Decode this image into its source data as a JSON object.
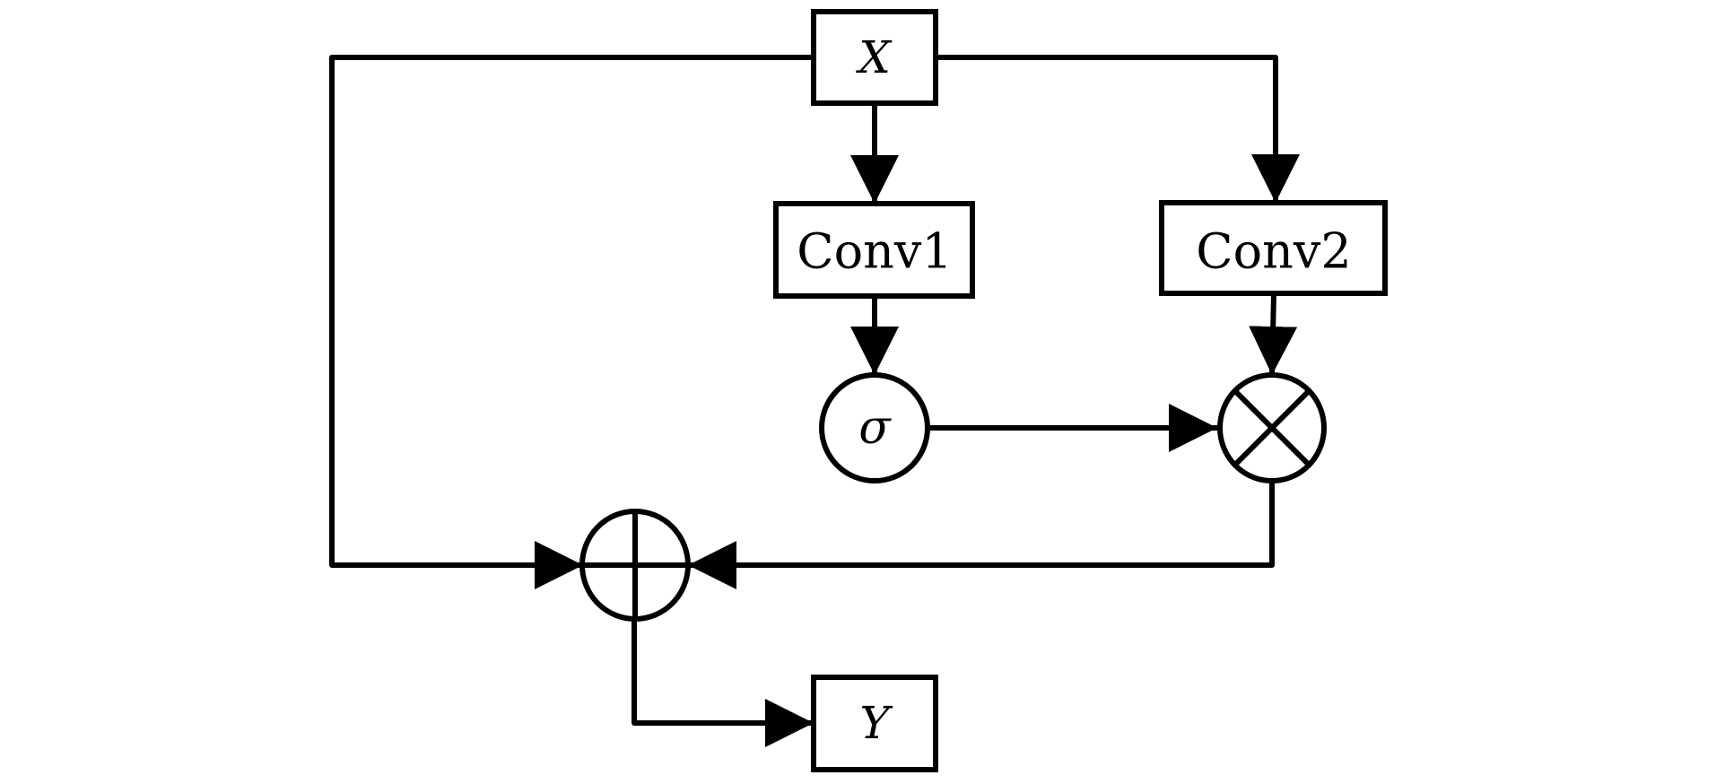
{
  "nodes": {
    "input": {
      "label": "X"
    },
    "conv1": {
      "label": "Conv1"
    },
    "conv2": {
      "label": "Conv2"
    },
    "sigmoid": {
      "label": "σ"
    },
    "multiply": {
      "symbol": "⊗"
    },
    "add": {
      "symbol": "⊕"
    },
    "output": {
      "label": "Y"
    }
  },
  "colors": {
    "stroke": "#000000",
    "background": "#ffffff"
  }
}
